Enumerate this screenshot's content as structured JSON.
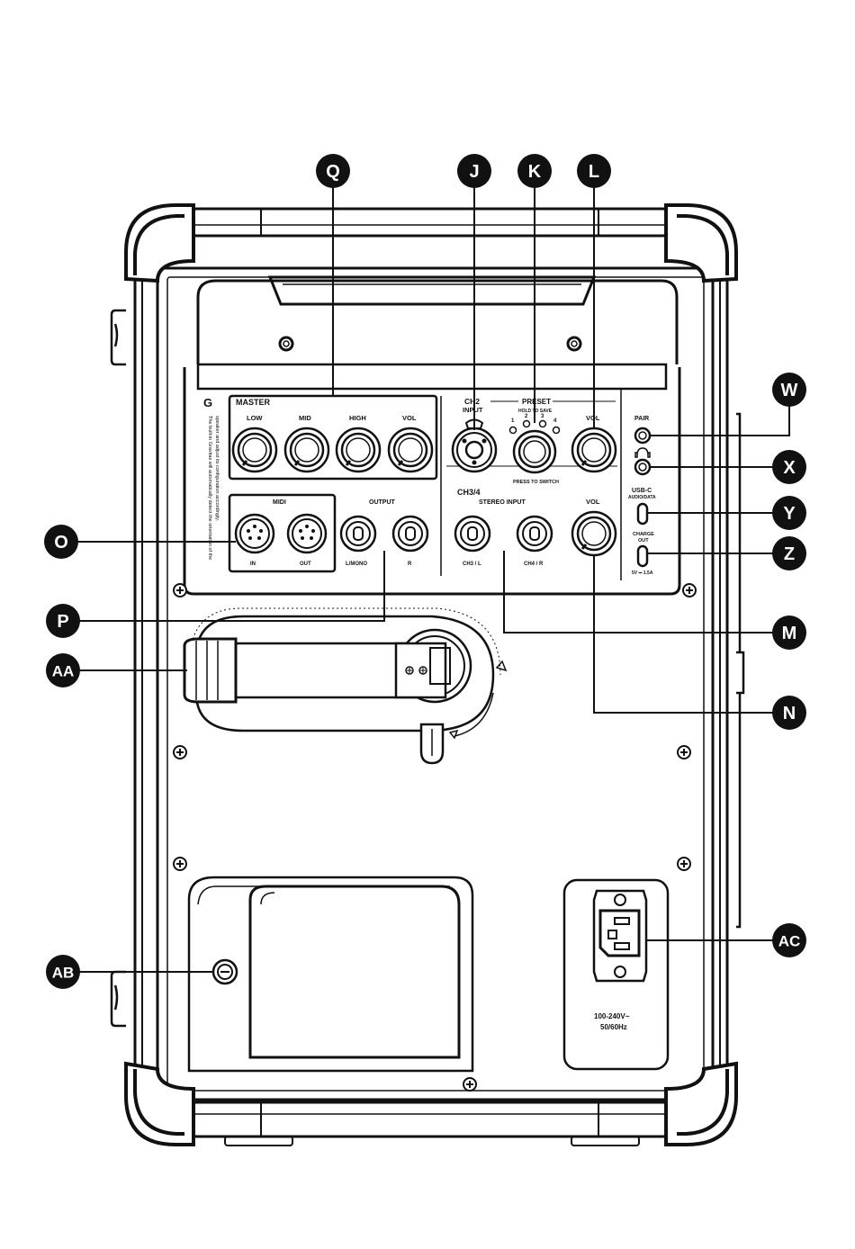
{
  "panel": {
    "master": "MASTER",
    "low": "LOW",
    "mid": "MID",
    "high": "HIGH",
    "vol": "VOL",
    "ch2_line1": "CH2",
    "ch2_line2": "INPUT",
    "preset": "PRESET",
    "hold_to_save": "HOLD TO SAVE",
    "press_to_switch": "PRESS TO SWITCH",
    "preset_nums": [
      "1",
      "2",
      "3",
      "4"
    ],
    "ch2_vol": "VOL",
    "pair": "PAIR",
    "usbc_line1": "USB-C",
    "usbc_line2": "AUDIO/DATA",
    "charge_line1": "CHARGE",
    "charge_line2": "OUT",
    "charge_line3": "5V ⎓ 1.5A",
    "midi": "MIDI",
    "midi_in": "IN",
    "midi_out": "OUT",
    "output": "OUTPUT",
    "out_lmono": "L/MONO",
    "out_r": "R",
    "ch34": "CH3/4",
    "stereo_input": "STEREO INPUT",
    "ch3l": "CH3 / L",
    "ch4r": "CH4 / R",
    "ch34_vol": "VOL",
    "logo": "G",
    "side_note_1": "The built-in Gravitas will automatically detect the orientation of the",
    "side_note_2": "speaker and adjust its configuration accordingly.",
    "power_line1": "100-240V~",
    "power_line2": "50/60Hz"
  },
  "callouts": [
    "Q",
    "J",
    "K",
    "L",
    "W",
    "X",
    "Y",
    "Z",
    "O",
    "P",
    "M",
    "AA",
    "N",
    "AB",
    "AC"
  ]
}
